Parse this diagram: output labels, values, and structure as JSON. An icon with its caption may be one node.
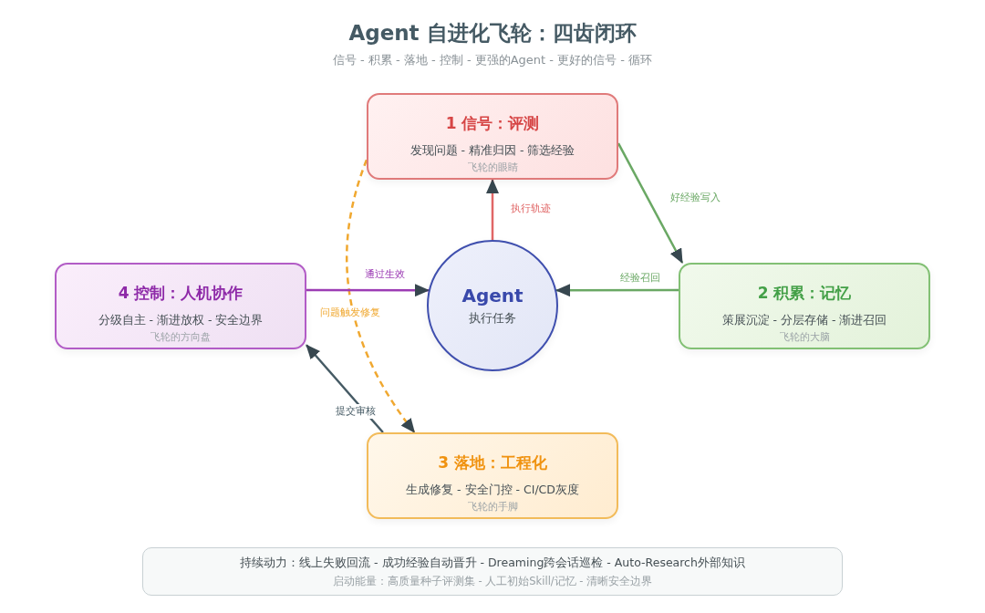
{
  "diagram": {
    "title": "Agent 自进化飞轮：四齿闭环",
    "nodes": [
      {
        "text": [
          "1 信号：评测",
          "发现问题 - 精准归因 - 筛选经验",
          "飞轮的眼睛"
        ]
      },
      {
        "text": [
          "4 控制：人机协作",
          "分级自主 - 渐进放权 - 安全边界",
          "飞轮的方向盘"
        ]
      },
      {
        "text": [
          "Agent",
          "执行任务"
        ]
      },
      {
        "text": [
          "2 积累：记忆",
          "策展沉淀 - 分层存储 - 渐进召回",
          "飞轮的大脑"
        ]
      },
      {
        "text": [
          "3 落地：工程化",
          "生成修复 - 安全门控 - CI/CD灰度",
          "飞轮的手脚"
        ]
      },
      {
        "text": [
          "持续动力：线上失败回流 - 成功经验自动晋升 - Dreaming跨会话巡检 - Auto-Research外部知识",
          "启动能量：高质量种子评测集 - 人工初始Skill/记忆 - 清晰安全边界"
        ]
      }
    ],
    "edges": [
      {
        "from": 2,
        "to": 0,
        "arrow": "to",
        "label": "执行轨迹",
        "color": "#e06666"
      },
      {
        "from": 0,
        "to": 3,
        "arrow": "to",
        "label": "好经验写入"
      },
      {
        "from": 3,
        "to": 2,
        "arrow": "to",
        "label": "经验召回"
      },
      {
        "from": 0,
        "to": 4,
        "arrow": "to",
        "label": "问题触发修复",
        "style": "dashed",
        "color": "#f0a830"
      },
      {
        "from": 4,
        "to": 1,
        "arrow": "to",
        "label": "提交审核",
        "color": "#455a64"
      },
      {
        "from": 1,
        "to": 2,
        "arrow": "to",
        "label": "通过生效",
        "color": "#9c3cb4"
      }
    ],
    "labels": [
      "信号 - 积累 - 落地 - 控制 - 更强的Agent - 更好的信号 - 循环"
    ]
  }
}
